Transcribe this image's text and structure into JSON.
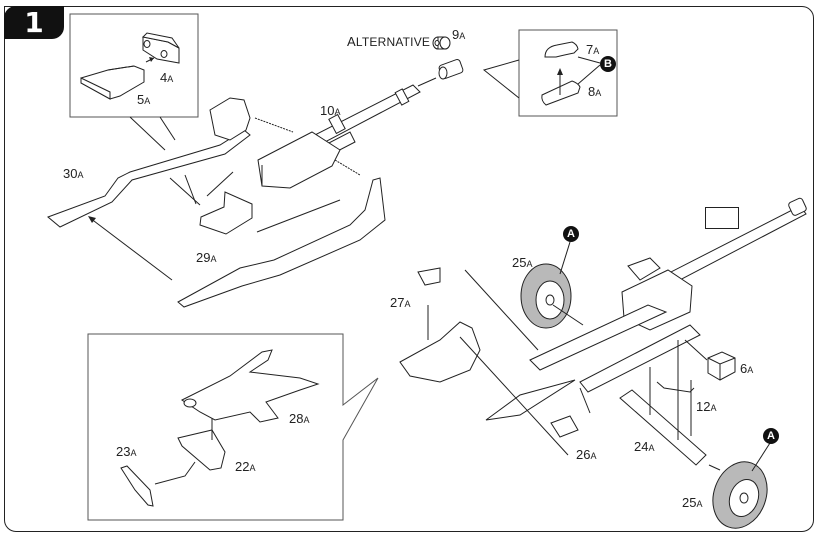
{
  "step": {
    "number": "1"
  },
  "alternative_label": {
    "first": "A",
    "rest": "LTERNATIVE"
  },
  "callouts": {
    "a_top": "A",
    "a_bottom": "A",
    "b": "B"
  },
  "parts": {
    "p4": {
      "num": "4",
      "sprue": "A"
    },
    "p5": {
      "num": "5",
      "sprue": "A"
    },
    "p6": {
      "num": "6",
      "sprue": "A"
    },
    "p7": {
      "num": "7",
      "sprue": "A"
    },
    "p8": {
      "num": "8",
      "sprue": "A"
    },
    "p9": {
      "num": "9",
      "sprue": "A"
    },
    "p10": {
      "num": "10",
      "sprue": "A"
    },
    "p12": {
      "num": "12",
      "sprue": "A"
    },
    "p22": {
      "num": "22",
      "sprue": "A"
    },
    "p23": {
      "num": "23",
      "sprue": "A"
    },
    "p24": {
      "num": "24",
      "sprue": "A"
    },
    "p25a": {
      "num": "25",
      "sprue": "A"
    },
    "p25b": {
      "num": "25",
      "sprue": "A"
    },
    "p26": {
      "num": "26",
      "sprue": "A"
    },
    "p27": {
      "num": "27",
      "sprue": "A"
    },
    "p28": {
      "num": "28",
      "sprue": "A"
    },
    "p29": {
      "num": "29",
      "sprue": "A"
    },
    "p30": {
      "num": "30",
      "sprue": "A"
    }
  },
  "colors": {
    "ink": "#222222",
    "badge": "#111111",
    "tyre": "#b9b9b9",
    "paper": "#ffffff"
  }
}
